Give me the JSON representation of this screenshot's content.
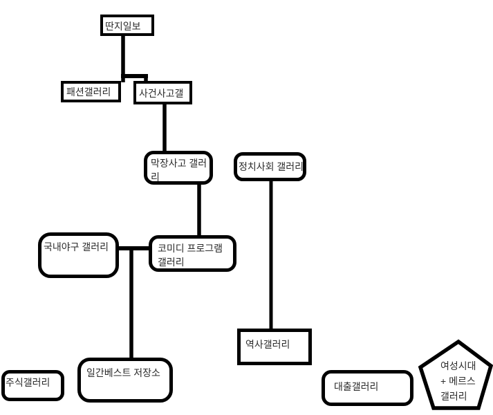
{
  "diagram": {
    "colors": {
      "background": "#ffffff",
      "stroke": "#000000",
      "node_fill": "#ffffff",
      "text": "#2b2b2b"
    },
    "nodes": {
      "ddanzi": {
        "label": "딴지일보",
        "shape": "rectangle"
      },
      "fashion": {
        "label": "패션갤러리",
        "shape": "rectangle"
      },
      "incident": {
        "label": "사건사고갤",
        "shape": "rectangle"
      },
      "makjang": {
        "label": "막장사고 갤러리",
        "shape": "rounded-rectangle",
        "line1": "막장사고 갤러",
        "line2": "리"
      },
      "politics": {
        "label": "정치사회 갤러리",
        "shape": "rounded-rectangle"
      },
      "baseball": {
        "label": "국내야구 갤러리",
        "shape": "rounded-rectangle"
      },
      "comedy": {
        "label": "코미디 프로그램 갤러리",
        "shape": "rounded-rectangle",
        "line1": "코미디 프로그램",
        "line2": "갤러리"
      },
      "history": {
        "label": "역사갤러리",
        "shape": "rectangle"
      },
      "stock": {
        "label": "주식갤러리",
        "shape": "rounded-rectangle"
      },
      "ilbe": {
        "label": "일간베스트 저장소",
        "shape": "rounded-rectangle"
      },
      "loan": {
        "label": "대출갤러리",
        "shape": "rounded-rectangle"
      },
      "mers": {
        "label": "여성시대 + 메르스 갤러리",
        "shape": "pentagon",
        "line1": "여성시대",
        "line2": "+ 메르스",
        "line3": "갤러리"
      }
    },
    "edges": [
      {
        "from": "딴지일보",
        "to": "패션갤러리"
      },
      {
        "from": "딴지일보",
        "to": "사건사고갤"
      },
      {
        "from": "사건사고갤",
        "to": "막장사고 갤러리"
      },
      {
        "from": "막장사고 갤러리",
        "to": "코미디 프로그램 갤러리"
      },
      {
        "from": "국내야구 갤러리",
        "to": "코미디 프로그램 갤러리"
      },
      {
        "from": "국내야구 갤러리",
        "to": "일간베스트 저장소"
      },
      {
        "from": "정치사회 갤러리",
        "to": "역사갤러리"
      }
    ]
  }
}
